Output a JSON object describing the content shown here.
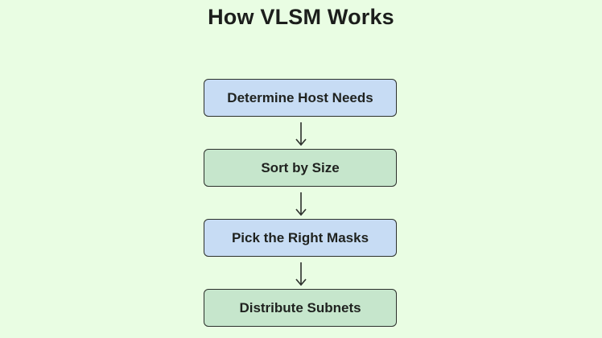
{
  "title": "How VLSM Works",
  "steps": [
    {
      "label": "Determine Host Needs",
      "color": "#c7dcf4"
    },
    {
      "label": "Sort by Size",
      "color": "#c6e6cc"
    },
    {
      "label": "Pick the Right Masks",
      "color": "#c7dcf4"
    },
    {
      "label": "Distribute Subnets",
      "color": "#c6e6cc"
    }
  ],
  "colors": {
    "background": "#e9fde3",
    "border": "#2c302c",
    "text": "#1f221f"
  }
}
